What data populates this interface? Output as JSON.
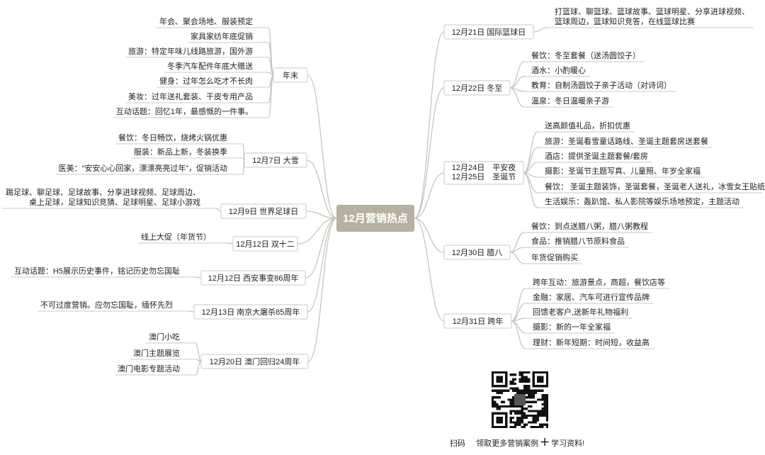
{
  "root": "12月营销热点",
  "left_branches": [
    {
      "label": "年末",
      "leaves": [
        "年会、聚会场地、服装预定",
        "家具家纺年底促销",
        "旅游：特定年味儿线路旅游，国外游",
        "冬季汽车配件年底大赠送",
        "健身：过年怎么吃才不长肉",
        "美妆：过年送礼套装、干皮专用产品",
        "互动话题：回忆1年，最感慨的一件事。"
      ]
    },
    {
      "label": "12月7日 大雪",
      "leaves": [
        "餐饮：冬日畅饮，烧烤火锅优惠",
        "服装：新品上新，冬装换季",
        "医美：“安安心心回家，漂漂亮亮过年”，促销活动"
      ]
    },
    {
      "label": "12月9日 世界足球日",
      "leaves": [
        "踢足球、聊足球、足球故事、分享进球视频、足球周边、\n桌上足球，足球知识竞猜、足球明星、足球小游戏"
      ]
    },
    {
      "label": "12月12日 双十二",
      "leaves": [
        "线上大促（年货节）"
      ]
    },
    {
      "label": "12月12日 西安事变86周年",
      "leaves": [
        "互动话题：H5展示历史事件，铭记历史勿忘国耻"
      ]
    },
    {
      "label": "12月13日 南京大屠杀85周年",
      "leaves": [
        "不可过度营销。应勿忘国耻，缅怀先烈"
      ]
    },
    {
      "label": "12月20日 澳门回归24周年",
      "leaves": [
        "澳门小吃",
        "澳门主题展览",
        "澳门电影专题活动"
      ]
    }
  ],
  "right_branches": [
    {
      "label": "12月21日 国际篮球日",
      "leaves": [
        "打篮球、聊篮球、篮球故事、篮球明星、分享进球视频、\n篮球周边，篮球知识竞答，在线篮球比赛"
      ]
    },
    {
      "label": "12月22日 冬至",
      "leaves": [
        "餐饮：冬至套餐（送汤圆饺子）",
        "酒水：小酌暖心",
        "教育：自制汤圆饺子亲子活动（对诗词）",
        "温泉：冬日温暖亲子游"
      ]
    },
    {
      "label": "12月24日　平安夜\n12月25日　圣诞节",
      "leaves": [
        "送高颜值礼品，折扣优惠",
        "旅游：圣诞看雪童话路线、圣诞主题套房送套餐",
        "酒店：提供圣诞主题套餐/套房",
        "摄影：圣诞节主题写真、儿童照、年岁全家福",
        "餐饮： 圣诞主题装饰，圣诞套餐，圣诞老人送礼，冰雪女王贴纸",
        "生活娱乐：轰趴馆、私人影院等娱乐场地预定，主题活动"
      ]
    },
    {
      "label": "12月30日 腊八",
      "leaves": [
        "餐饮：到点送腊八粥，腊八粥教程",
        "食品：推销腊八节原料食品",
        "年货促销购买"
      ]
    },
    {
      "label": "12月31日 跨年",
      "leaves": [
        "跨年互动：旅游景点，商超，餐饮店等",
        "金融：家居、汽车可进行宣传品牌",
        "回馈老客户,送新年礼物福利",
        "摄影：新的一年全家福",
        "理财：新年短期：时间短，收益高"
      ]
    }
  ],
  "qr_caption": {
    "scan": "扫码",
    "text1": "领取更多营销案例",
    "plus": "＋",
    "text2": "学习资料!"
  },
  "colors": {
    "root_bg": "#b8b0a0",
    "line": "#c9c4bb",
    "box_border": "#cfcac2"
  }
}
